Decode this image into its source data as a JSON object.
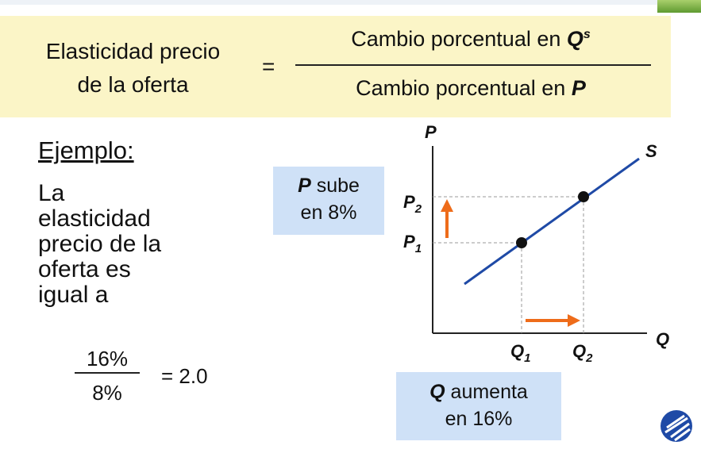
{
  "formula": {
    "lhs_line1": "Elasticidad precio",
    "lhs_line2": "de la oferta",
    "equals": "=",
    "numerator_prefix": "Cambio porcentual en ",
    "numerator_var": "Q",
    "numerator_sup": "s",
    "denominator_prefix": "Cambio porcentual en ",
    "denominator_var": "P"
  },
  "example": {
    "title": "Ejemplo:",
    "lines": [
      "La",
      "elasticidad",
      "precio de la",
      "oferta es",
      "igual a"
    ],
    "calc_numerator": "16%",
    "calc_denominator": "8%",
    "calc_result": "= 2.0"
  },
  "boxes": {
    "p_var": "P",
    "p_rest": " sube",
    "p_line2": "en 8%",
    "q_var": "Q",
    "q_rest": " aumenta",
    "q_line2": "en 16%"
  },
  "chart_data": {
    "type": "diagram",
    "y_axis_label": "P",
    "x_axis_label": "Q",
    "curve_label": "S",
    "points": [
      {
        "label_p": "P",
        "sub_p": "1",
        "label_q": "Q",
        "sub_q": "1"
      },
      {
        "label_p": "P",
        "sub_p": "2",
        "label_q": "Q",
        "sub_q": "2"
      }
    ]
  },
  "colors": {
    "banner": "#fbf5c7",
    "box": "#cfe1f7",
    "supply_line": "#1f4aa6",
    "arrow": "#ee6c1a"
  },
  "logo": {
    "icon": "university-logo-icon"
  }
}
